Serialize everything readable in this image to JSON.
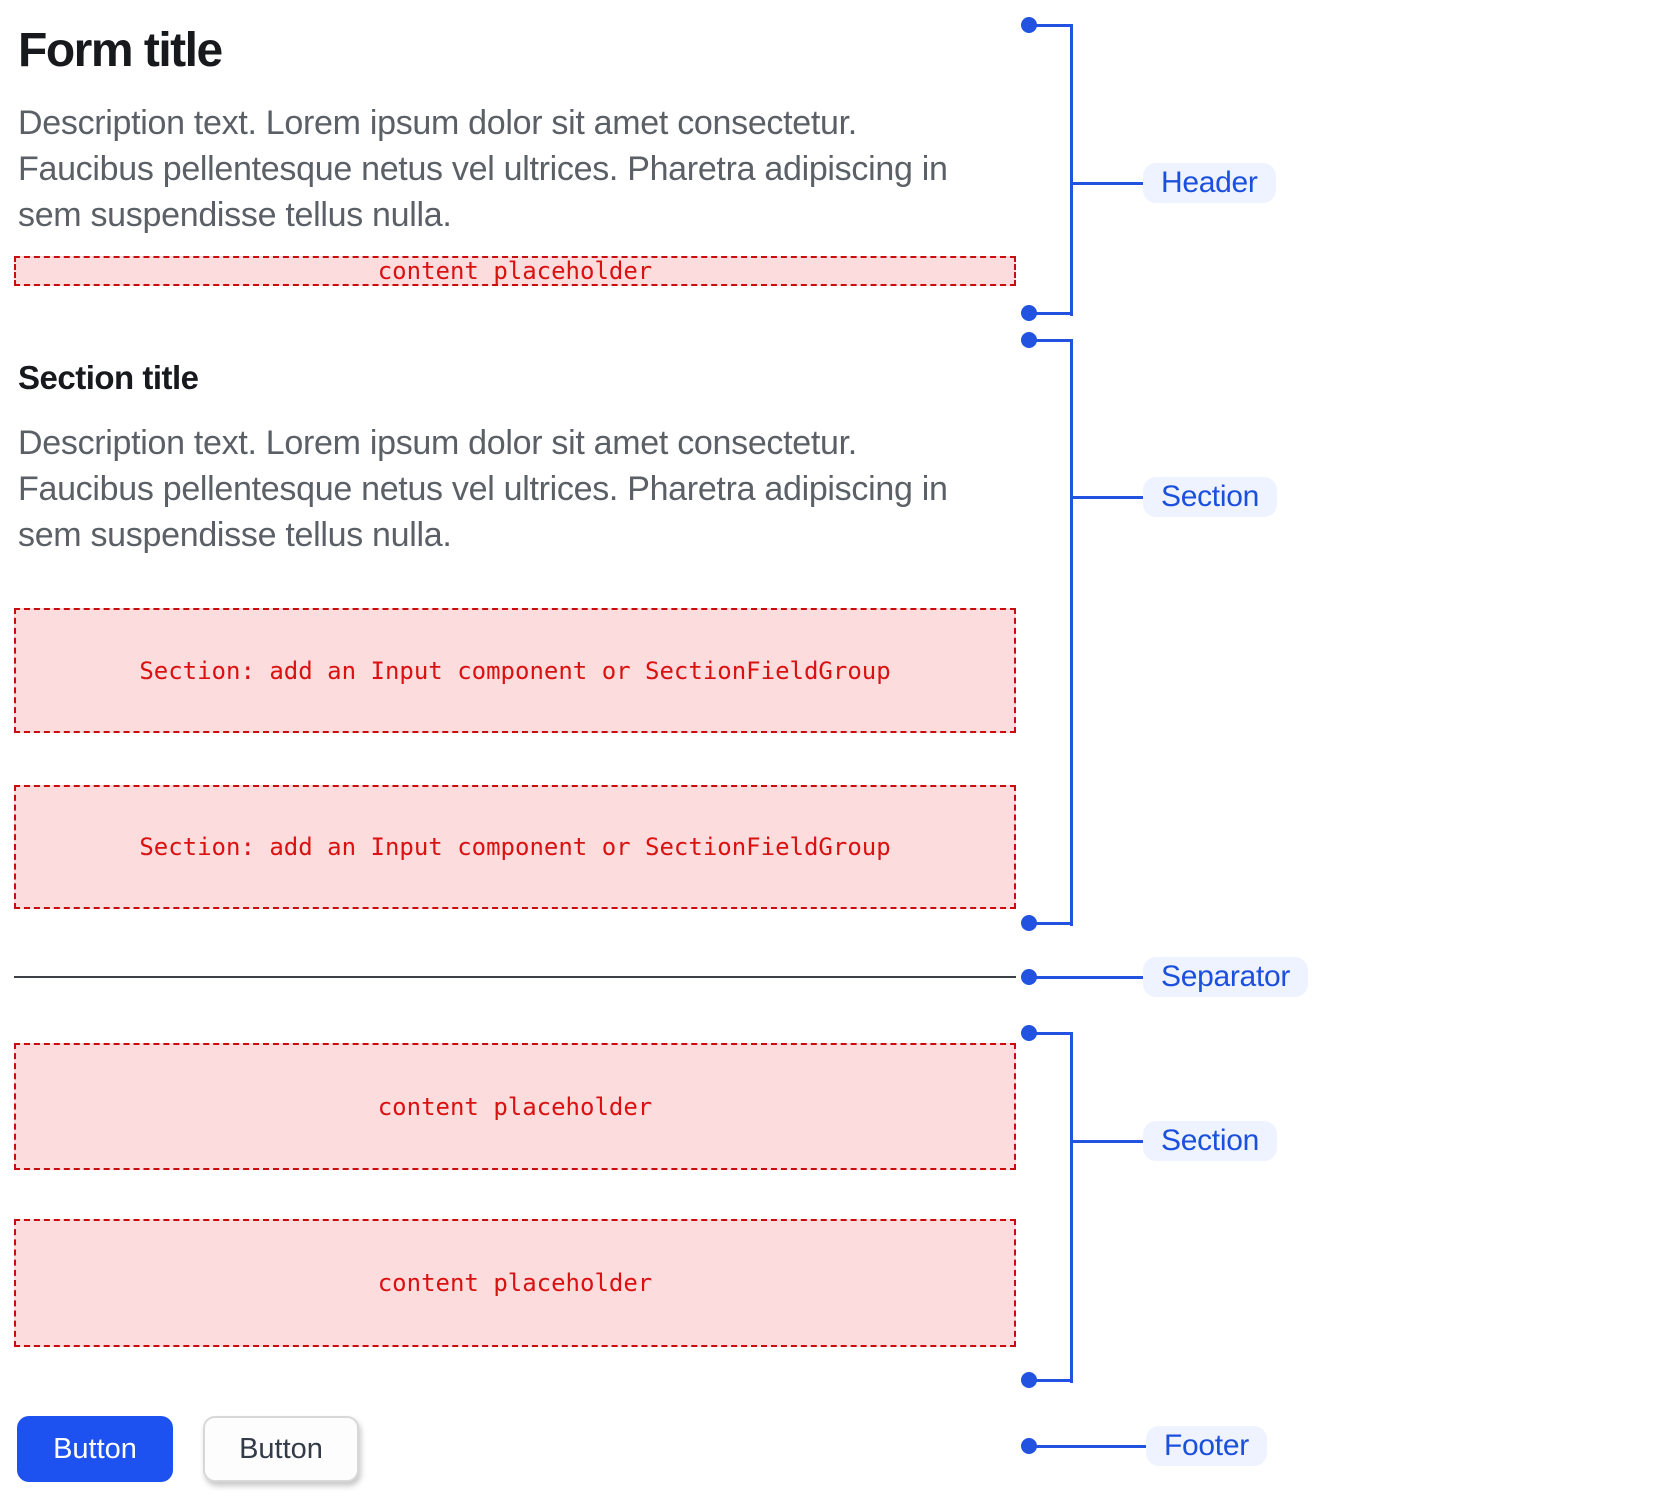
{
  "header": {
    "title": "Form title",
    "description": {
      "lines": [
        "Description text. Lorem ipsum dolor sit amet consectetur.",
        "Faucibus pellentesque netus vel ultrices. Pharetra adipiscing in",
        "sem suspendisse tellus nulla."
      ]
    },
    "placeholder": "content placeholder"
  },
  "section": {
    "title": "Section title",
    "description": {
      "lines": [
        "Description text. Lorem ipsum dolor sit amet consectetur.",
        "Faucibus pellentesque netus vel ultrices. Pharetra adipiscing in",
        "sem suspendisse tellus nulla."
      ]
    },
    "boxes": [
      "Section: add an Input component or SectionFieldGroup",
      "Section: add an Input component or SectionFieldGroup"
    ]
  },
  "section2": {
    "boxes": [
      "content placeholder",
      "content placeholder"
    ]
  },
  "footer": {
    "primary_button": "Button",
    "secondary_button": "Button"
  },
  "annotations": {
    "header": "Header",
    "section": "Section",
    "separator": "Separator",
    "section2": "Section",
    "footer": "Footer"
  },
  "colors": {
    "annotation_blue": "#2153e0",
    "annotation_pill_bg": "#eef3ff",
    "annotation_pill_text": "#1b4fdd",
    "placeholder_bg": "#fcdcdc",
    "placeholder_border": "#c90c0c",
    "placeholder_text": "#d91111",
    "primary_button_bg": "#1e52f0",
    "title_text": "#17191d",
    "description_text": "#5b5f66",
    "separator": "#3d4147"
  }
}
